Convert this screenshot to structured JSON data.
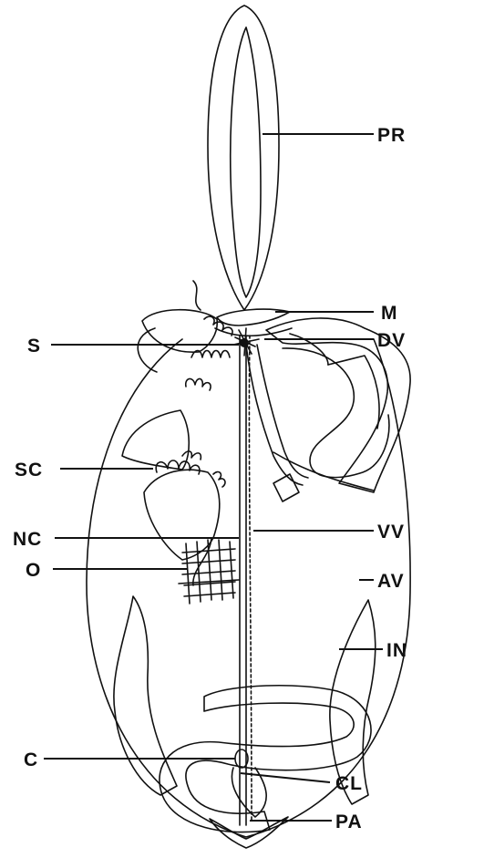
{
  "diagram": {
    "labels": {
      "PR": "PR",
      "M": "M",
      "S": "S",
      "DV": "DV",
      "SC": "SC",
      "VV": "VV",
      "NC": "NC",
      "O": "O",
      "AV": "AV",
      "IN": "IN",
      "C": "C",
      "CL": "CL",
      "PA": "PA"
    },
    "colors": {
      "ink": "#111111",
      "paper": "#ffffff"
    }
  }
}
